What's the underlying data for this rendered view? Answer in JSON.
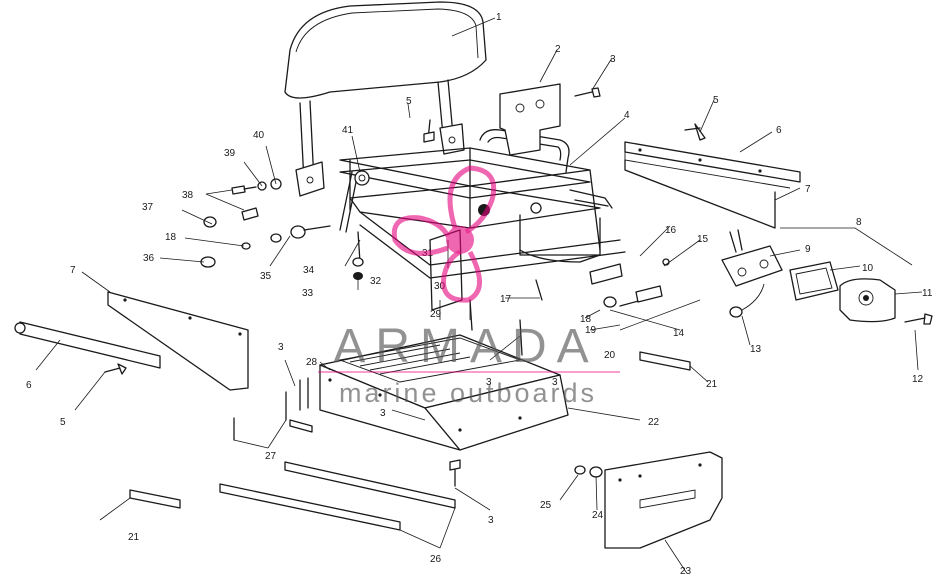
{
  "watermark": {
    "brand": "ARMADA",
    "tagline": "marine outboards",
    "brand_color": "#555555",
    "accent_color": "#e6007e"
  },
  "callouts": [
    {
      "id": "c1",
      "text": "1"
    },
    {
      "id": "c2",
      "text": "2"
    },
    {
      "id": "c3a",
      "text": "3"
    },
    {
      "id": "c4",
      "text": "4"
    },
    {
      "id": "c5a",
      "text": "5"
    },
    {
      "id": "c5b",
      "text": "5"
    },
    {
      "id": "c6a",
      "text": "6"
    },
    {
      "id": "c7a",
      "text": "7"
    },
    {
      "id": "c8",
      "text": "8"
    },
    {
      "id": "c9",
      "text": "9"
    },
    {
      "id": "c10",
      "text": "10"
    },
    {
      "id": "c11",
      "text": "11"
    },
    {
      "id": "c12",
      "text": "12"
    },
    {
      "id": "c13",
      "text": "13"
    },
    {
      "id": "c14",
      "text": "14"
    },
    {
      "id": "c15",
      "text": "15"
    },
    {
      "id": "c16",
      "text": "16"
    },
    {
      "id": "c17",
      "text": "17"
    },
    {
      "id": "c18a",
      "text": "18"
    },
    {
      "id": "c19",
      "text": "19"
    },
    {
      "id": "c20",
      "text": "20"
    },
    {
      "id": "c21a",
      "text": "21"
    },
    {
      "id": "c22",
      "text": "22"
    },
    {
      "id": "c23",
      "text": "23"
    },
    {
      "id": "c24",
      "text": "24"
    },
    {
      "id": "c25",
      "text": "25"
    },
    {
      "id": "c26",
      "text": "26"
    },
    {
      "id": "c27",
      "text": "27"
    },
    {
      "id": "c28",
      "text": "28"
    },
    {
      "id": "c29",
      "text": "29"
    },
    {
      "id": "c30",
      "text": "30"
    },
    {
      "id": "c31",
      "text": "31"
    },
    {
      "id": "c32",
      "text": "32"
    },
    {
      "id": "c33",
      "text": "33"
    },
    {
      "id": "c34",
      "text": "34"
    },
    {
      "id": "c35",
      "text": "35"
    },
    {
      "id": "c36",
      "text": "36"
    },
    {
      "id": "c37",
      "text": "37"
    },
    {
      "id": "c38",
      "text": "38"
    },
    {
      "id": "c39",
      "text": "39"
    },
    {
      "id": "c40",
      "text": "40"
    },
    {
      "id": "c41",
      "text": "41"
    },
    {
      "id": "c18b",
      "text": "18"
    },
    {
      "id": "c7b",
      "text": "7"
    },
    {
      "id": "c6b",
      "text": "6"
    },
    {
      "id": "c5c",
      "text": "5"
    },
    {
      "id": "c3b",
      "text": "3"
    },
    {
      "id": "c3c",
      "text": "3"
    },
    {
      "id": "c3d",
      "text": "3"
    },
    {
      "id": "c3e",
      "text": "3"
    },
    {
      "id": "c21b",
      "text": "21"
    },
    {
      "id": "c3f",
      "text": "3"
    }
  ]
}
